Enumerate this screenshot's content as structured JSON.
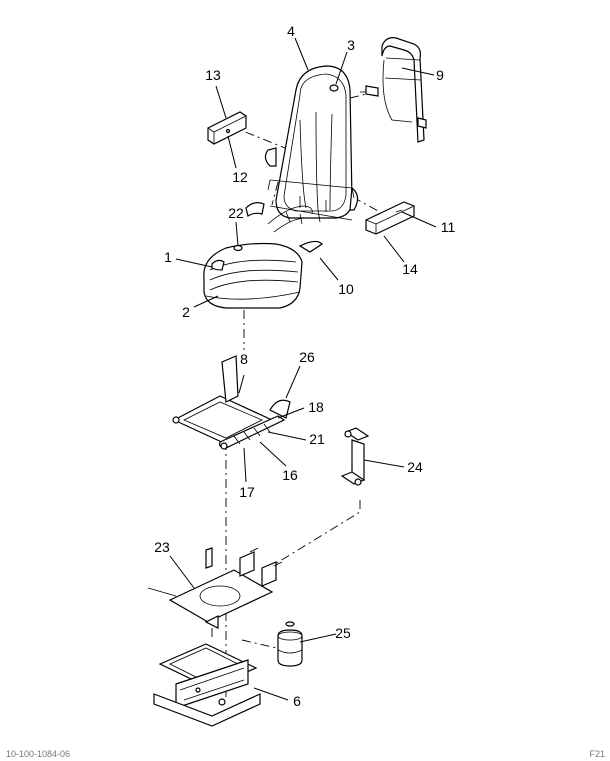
{
  "callouts": [
    "1",
    "2",
    "3",
    "4",
    "6",
    "8",
    "9",
    "10",
    "11",
    "12",
    "13",
    "14",
    "16",
    "17",
    "18",
    "21",
    "22",
    "23",
    "24",
    "25",
    "26"
  ],
  "footer": {
    "left": "10-100-1084-06",
    "right": "F21"
  }
}
